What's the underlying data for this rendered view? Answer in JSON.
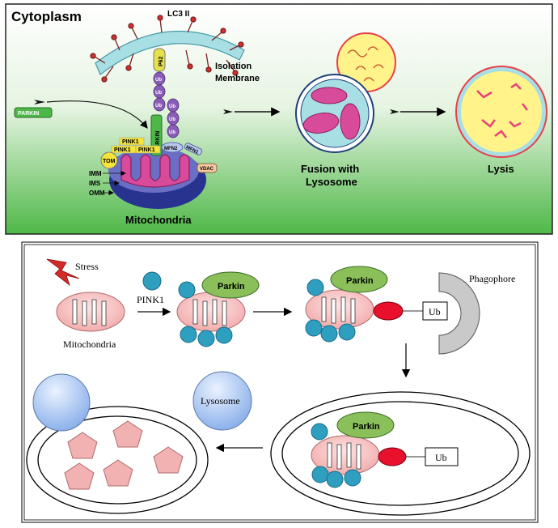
{
  "top_panel": {
    "title": "Cytoplasm",
    "lc3": "LC3 II",
    "isolation_membrane": [
      "Isolation",
      "Membrane"
    ],
    "parkin_free": "PARKIN",
    "p62": "P62",
    "ub": "Ub",
    "parkin_bound": "PARKIN",
    "pink1_a": "PINK1",
    "pink1_b": "PINK1",
    "pink1_c": "PINK1",
    "tom": "TOM",
    "mfn2": "MFN2",
    "mfn1": "MFN1",
    "vdac": "VDAC",
    "imm": "IMM",
    "ims": "IMS",
    "omm": "OMM",
    "mitochondria": "Mitochondria",
    "fusion": [
      "Fusion with",
      "Lysosome"
    ],
    "lysis": "Lysis"
  },
  "bottom_panel": {
    "stress": "Stress",
    "pink1": "PINK1",
    "mitochondria": "Mitochondria",
    "parkin_1": "Parkin",
    "parkin_2": "Parkin",
    "parkin_3": "Parkin",
    "phagophore": "Phagophore",
    "ub_1": "Ub",
    "ub_2": "Ub",
    "lysosome": "Lysosome"
  },
  "colors": {
    "green_bg_top": "#ffffff",
    "green_bg_bottom": "#4fb848",
    "mito_pink": "#d84a9a",
    "omm_blue": "#27338f",
    "ub_purple": "#8a5cb8",
    "bead_teal": "#2e9fbf",
    "parkin_green": "#8bbf5a",
    "ub_red": "#e8102a",
    "lysosome_blue": "#8fb6ee",
    "pentagon_pink": "#f3b2b2"
  }
}
